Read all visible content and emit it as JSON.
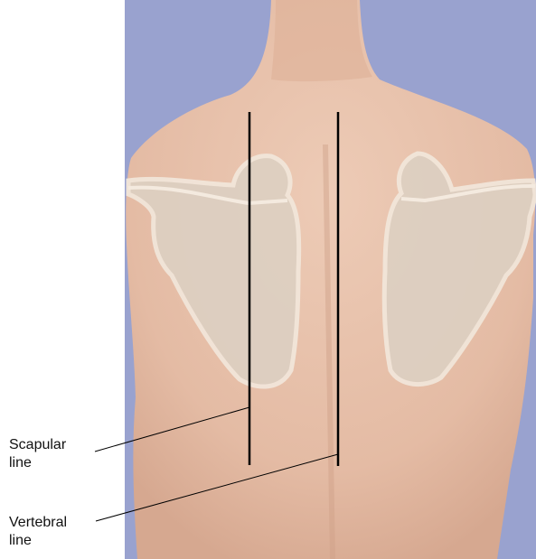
{
  "labels": {
    "scapular": {
      "line1": "Scapular",
      "line2": "line"
    },
    "vertebral": {
      "line1": "Vertebral",
      "line2": "line"
    }
  },
  "colors": {
    "background": "#99a2cf",
    "skin": "#e6bfa9",
    "skin_shadow": "#d6a890",
    "bone_fill": "#ddd0c2",
    "bone_outline": "#f2e7db",
    "reference_line": "#000000"
  }
}
